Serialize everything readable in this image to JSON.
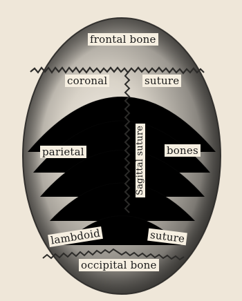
{
  "figure": {
    "labels": {
      "frontal_bone": "frontal bone",
      "coronal": "coronal",
      "suture_coronal": "suture",
      "parietal": "parietal",
      "bones": "bones",
      "sagittal_suture": "Sagittal suture",
      "lambdoid": "lambdoid",
      "suture_lambdoid": "suture",
      "occipital_bone": "occipital bone"
    },
    "colors": {
      "background": "#efe7d9",
      "skull_shade": "#5d5b57",
      "skull_highlight": "#f3eee6",
      "suture_line": "#2c2b29",
      "label_bg": "#f6efe1"
    }
  }
}
